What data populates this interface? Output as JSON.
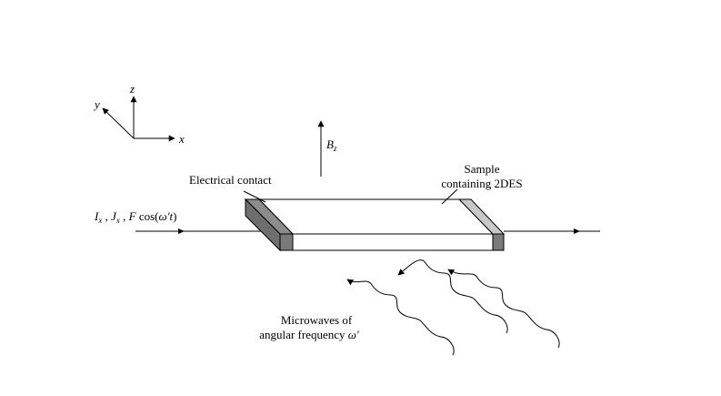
{
  "axes": {
    "x": "x",
    "y": "y",
    "z": "z"
  },
  "field": {
    "symbol": "B",
    "subscript": "z"
  },
  "labels": {
    "electrical_contact": "Electrical contact",
    "sample_line1": "Sample",
    "sample_line2": "containing 2DES",
    "microwaves_line1": "Microwaves of",
    "microwaves_line2": "angular frequency",
    "omega": "ω'"
  },
  "current": {
    "I": "I",
    "I_sub": "x",
    "sep1": " , ",
    "J": "J",
    "J_sub": "x",
    "sep2": " , ",
    "F": "F",
    "cos_open": " cos(",
    "omega": "ω",
    "prime_t": "'t",
    "close": ")"
  },
  "colors": {
    "line": "#000000",
    "contact_dark": "#8c8c8c",
    "contact_side": "#6e6e6e",
    "contact_light": "#c8c8c8",
    "contact_front": "#7a7a7a",
    "background": "#ffffff"
  }
}
